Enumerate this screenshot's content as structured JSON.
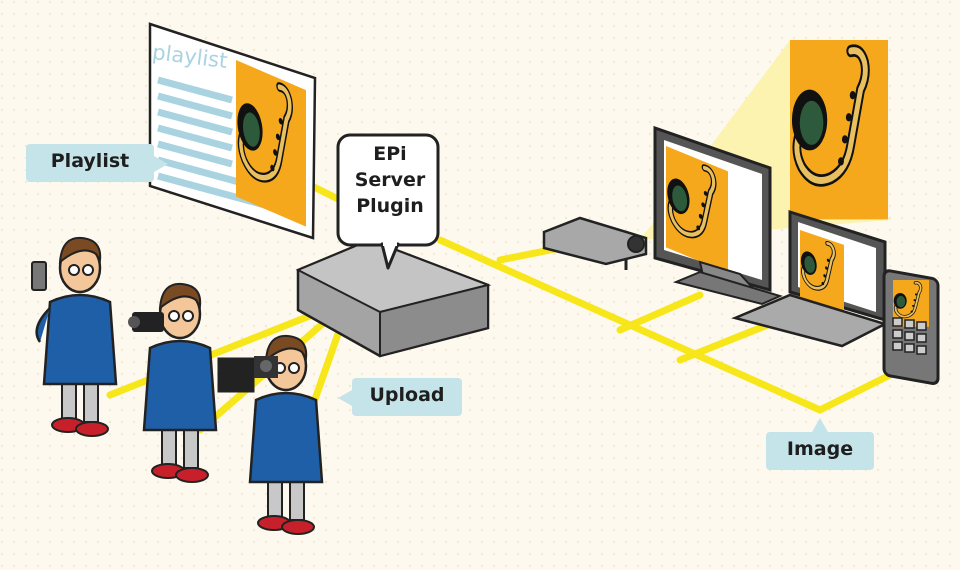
{
  "labels": {
    "playlist": "Playlist",
    "upload": "Upload",
    "image": "Image",
    "server_line1": "EPi",
    "server_line2": "Server",
    "server_line3": "Plugin",
    "playlist_heading": "playlist"
  },
  "colors": {
    "background": "#fdf9ee",
    "network_line": "#f7e61a",
    "callout_fill": "#c4e4ea",
    "shirt_blue": "#1f5fa8",
    "artwork_orange": "#f5a81c",
    "device_gray": "#9a9a9a"
  },
  "icons": [
    "saxophone-artwork-icon",
    "projector-icon",
    "monitor-icon",
    "laptop-icon",
    "phone-icon",
    "camera-icon",
    "video-camera-icon",
    "server-box-icon"
  ]
}
